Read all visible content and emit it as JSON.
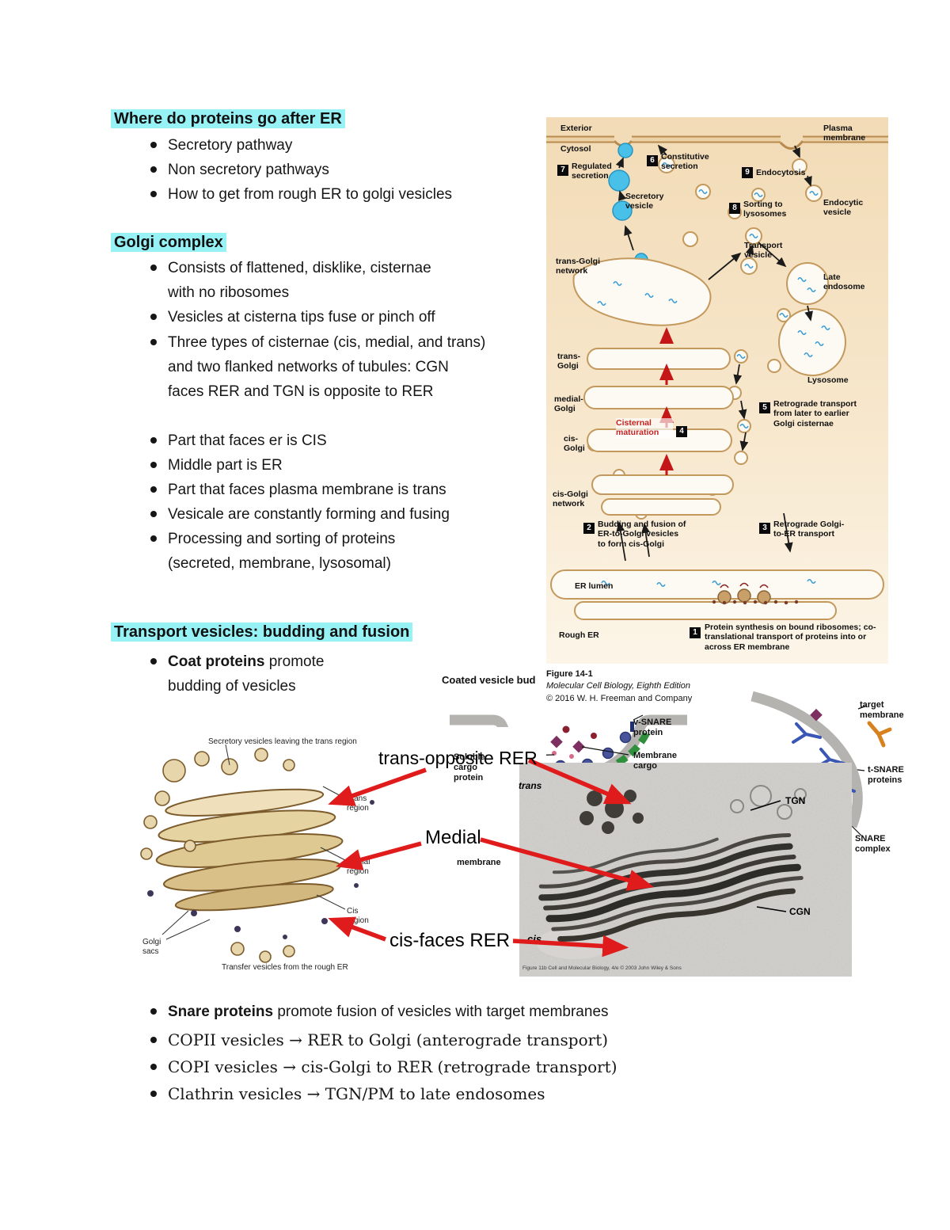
{
  "page": {
    "highlight": "#97f2f6"
  },
  "sections": {
    "after_er": {
      "heading": "Where do proteins go after ER",
      "bullets": [
        "Secretory pathway",
        "Non secretory pathways",
        "How to get from rough ER to golgi vesicles"
      ]
    },
    "golgi": {
      "heading": "Golgi complex",
      "bullets": [
        "Consists of flattened, disklike, cisternae with no ribosomes",
        "Vesicles at cisterna tips fuse or pinch off",
        "Three types of cisternae  (cis, medial, and trans) and two flanked networks of tubules: CGN faces RER and TGN is opposite to RER",
        "Part that faces er is CIS",
        "Middle part is ER",
        "Part that faces plasma membrane is trans",
        "Vesicale are constantly forming and fusing",
        "Processing and sorting of proteins (secreted, membrane, lysosomal)"
      ]
    },
    "transport": {
      "heading": "Transport vesicles: budding and fusion",
      "coat_bold": "Coat proteins",
      "coat_rest": " promote budding of vesicles"
    },
    "bottom": {
      "snare_bold": "Snare proteins",
      "snare_rest": " promote fusion of vesicles with target membranes",
      "items": [
        "COPII vesicles → RER to Golgi (anterograde transport)",
        "COPI vesicles → cis-Golgi to RER (retrograde transport)",
        "Clathrin vesicles → TGN/PM to late endosomes"
      ]
    }
  },
  "pathway": {
    "labels": {
      "exterior": "Exterior",
      "cytosol": "Cytosol",
      "plasma_membrane": "Plasma membrane",
      "regulated": "Regulated secretion",
      "constitutive": "Constitutive secretion",
      "endocytosis": "Endocytosis",
      "secretory_vesicle": "Secretory vesicle",
      "sorting": "Sorting to lysosomes",
      "endocytic_vesicle": "Endocytic vesicle",
      "tgn": "trans-Golgi network",
      "transport_vesicle": "Transport vesicle",
      "late_endosome": "Late endosome",
      "trans_golgi": "trans-Golgi",
      "lysosome": "Lysosome",
      "medial_golgi": "medial-Golgi",
      "cisternal_maturation": "Cisternal maturation",
      "retrograde_cisternae": "Retrograde transport from later to earlier Golgi cisternae",
      "cis_golgi": "cis-Golgi",
      "cgn": "cis-Golgi network",
      "budding_fusion": "Budding and fusion of ER-to-Golgi vesicles to form cis-Golgi",
      "retrograde_golgi_er": "Retrograde Golgi-to-ER transport",
      "er_lumen": "ER lumen",
      "rough_er": "Rough ER",
      "protein_synthesis": "Protein synthesis on bound ribosomes; co-translational transport of proteins into or across ER membrane"
    },
    "badges": {
      "b1": "1",
      "b2": "2",
      "b3": "3",
      "b4": "4",
      "b5": "5",
      "b6": "6",
      "b7": "7",
      "b8": "8",
      "b9": "9"
    }
  },
  "golgi_fig": {
    "labels": {
      "secretory_vesicles": "Secretory vesicles leaving the trans region",
      "trans_region": "Trans region",
      "medial_region": "Medial region",
      "cis_region": "Cis region",
      "golgi_sacs": "Golgi sacs",
      "transfer_vesicles": "Transfer vesicles from the rough ER"
    }
  },
  "vesicle_fig": {
    "title": "Coated vesicle bud",
    "figure_ref": "Figure 14-1",
    "book_title": "Molecular Cell Biology, Eighth Edition",
    "copyright": "© 2016 W. H. Freeman and Company",
    "labels": {
      "v_snare": "v-SNARE protein",
      "membrane_cargo": "Membrane cargo",
      "soluble_cargo": "Soluble cargo protein",
      "t_snare": "t-SNARE proteins",
      "snare_complex": "SNARE complex",
      "target_membrane": "target membrane",
      "donor_membrane": "membrane"
    }
  },
  "em_fig": {
    "labels": {
      "tgn": "TGN",
      "cgn": "CGN",
      "cis": "cis",
      "trans": "trans"
    },
    "caption": "Figure 11b Cell and Molecular Biology, 4/e © 2003 John Wiley & Sons"
  },
  "annotations": {
    "trans_opposite": "trans-opposite RER",
    "medial": "Medial",
    "cis_faces": "cis-faces RER"
  }
}
